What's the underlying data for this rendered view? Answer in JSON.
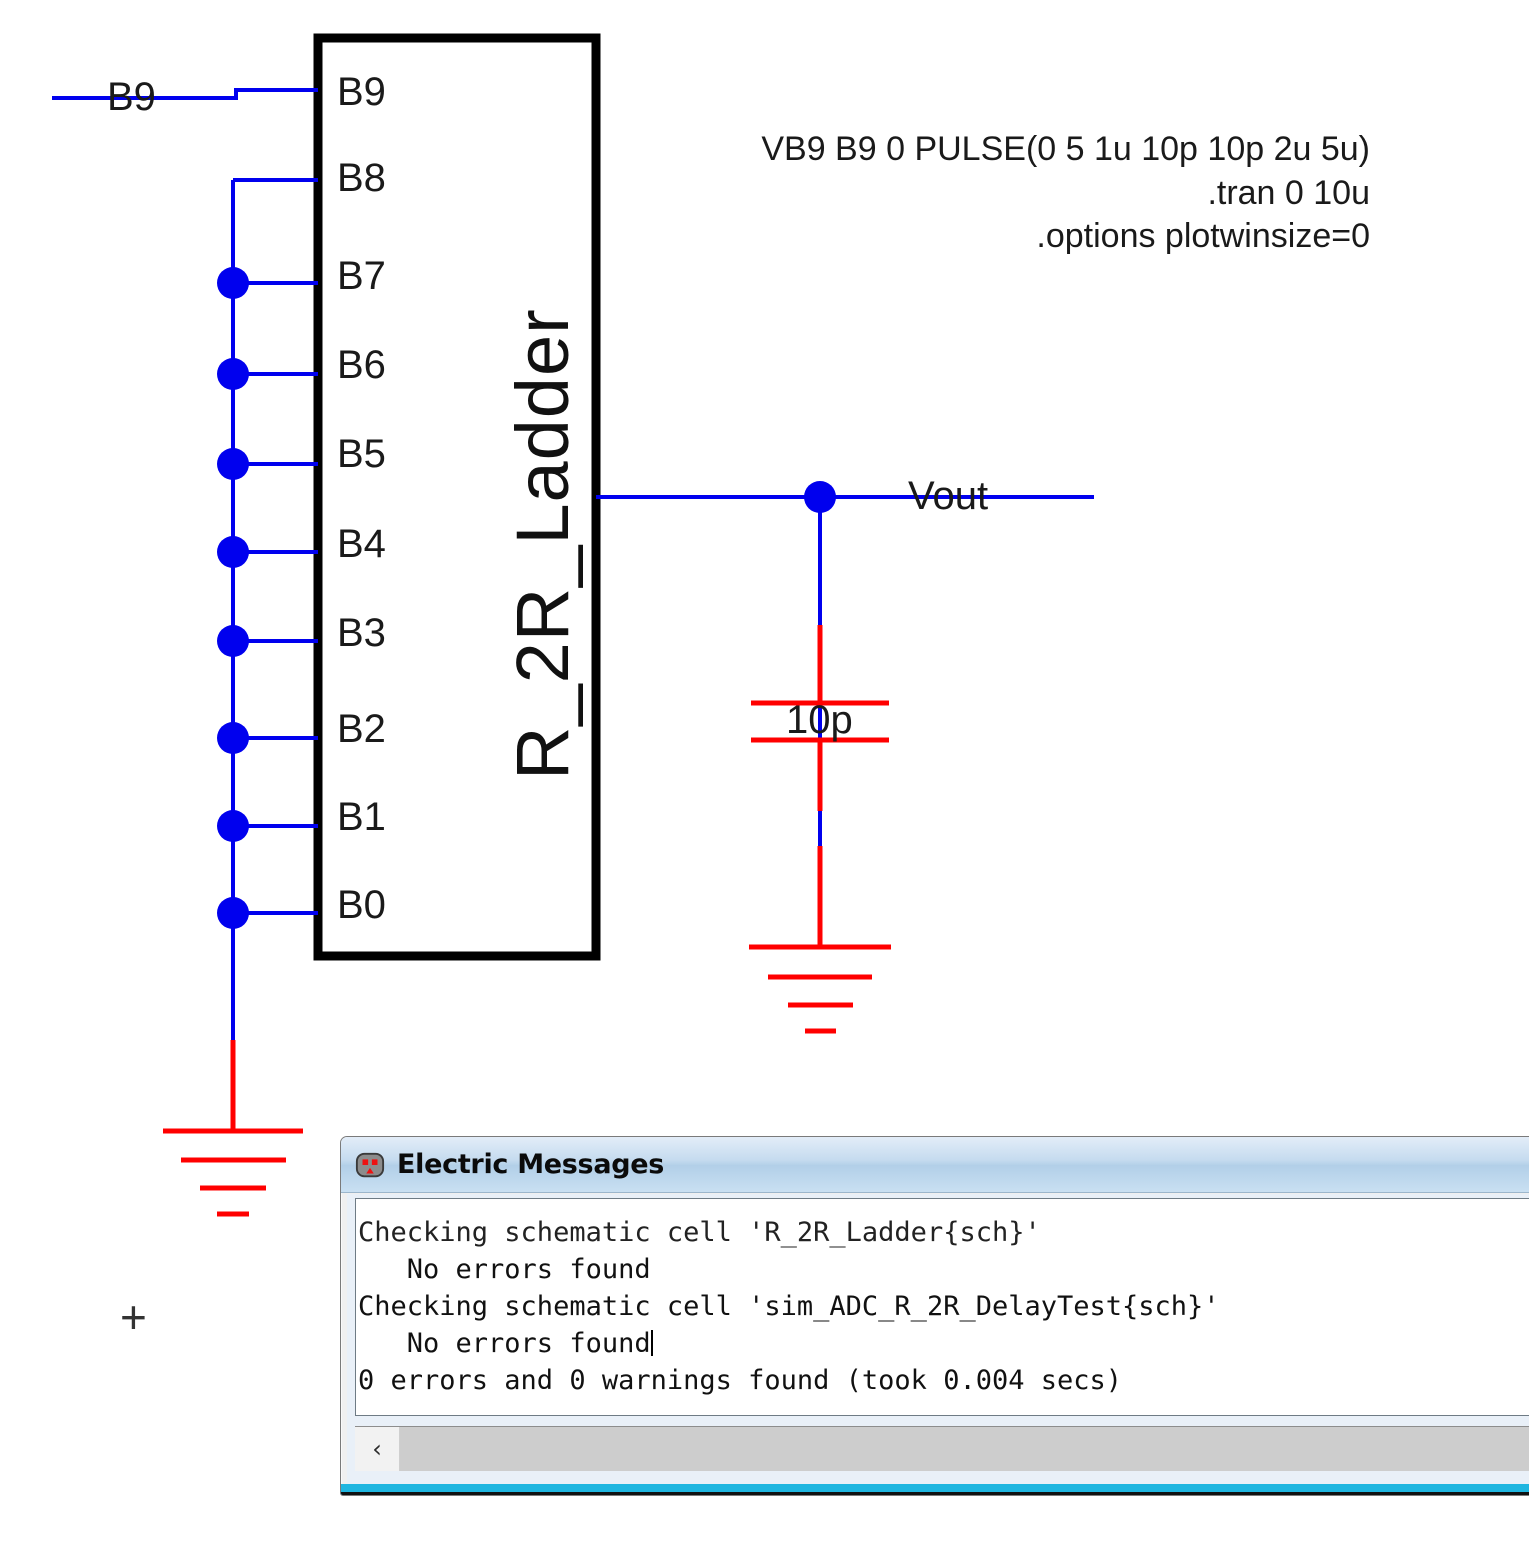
{
  "schematic": {
    "block": {
      "title": "R_2R_Ladder",
      "pins": [
        {
          "name": "B9"
        },
        {
          "name": "B8"
        },
        {
          "name": "B7"
        },
        {
          "name": "B6"
        },
        {
          "name": "B5"
        },
        {
          "name": "B4"
        },
        {
          "name": "B3"
        },
        {
          "name": "B2"
        },
        {
          "name": "B1"
        },
        {
          "name": "B0"
        }
      ]
    },
    "net_labels": {
      "input": "B9",
      "output": "Vout"
    },
    "capacitor": {
      "value": "10p"
    },
    "spice_card": {
      "line1": "VB9 B9 0 PULSE(0 5 1u 10p 10p 2u 5u)",
      "line2": ".tran 0 10u",
      "line3": ".options plotwinsize=0"
    },
    "origin_marker": "+",
    "colors": {
      "wire": "#0000ee",
      "device": "#ff0000",
      "outline": "#000000",
      "text": "#1a1a1a"
    }
  },
  "messages_window": {
    "title": "Electric Messages",
    "icon": "electric-logo-icon",
    "lines": [
      "Checking schematic cell 'R_2R_Ladder{sch}'",
      "   No errors found",
      "Checking schematic cell 'sim_ADC_R_2R_DelayTest{sch}'",
      "   No errors found",
      "0 errors and 0 warnings found (took 0.004 secs)"
    ],
    "hscroll_left_label": "‹"
  }
}
